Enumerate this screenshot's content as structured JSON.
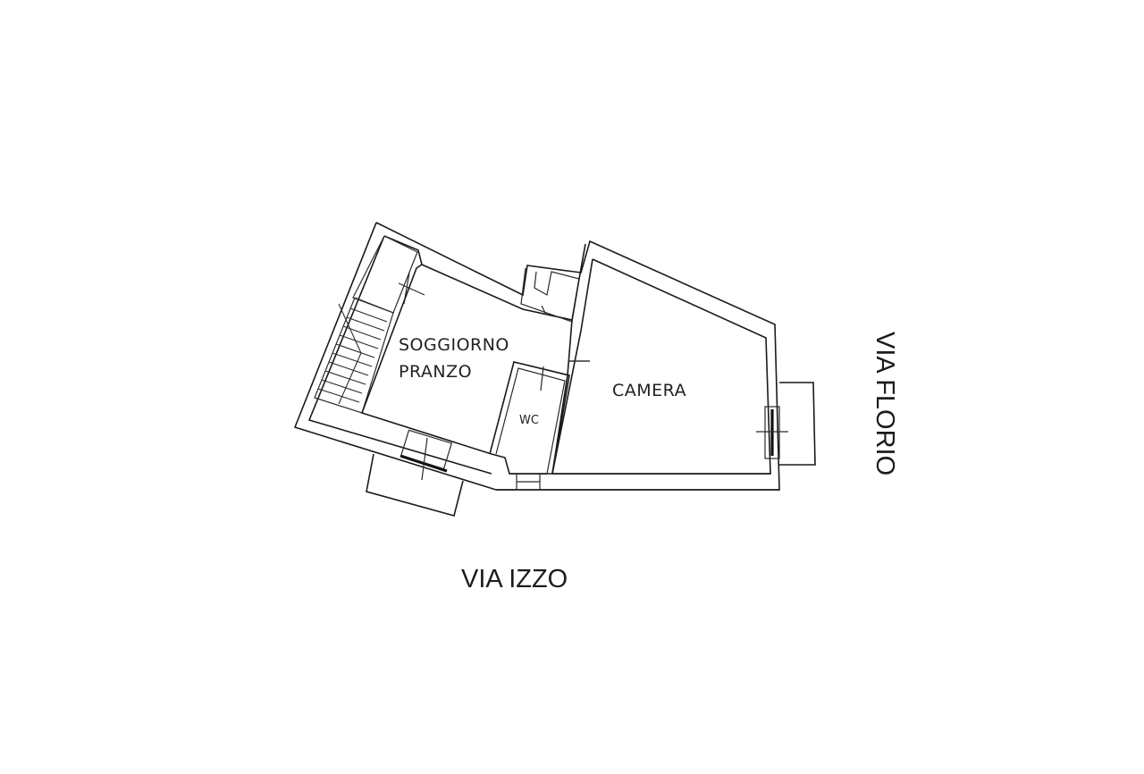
{
  "floor_plan": {
    "background_color": "#ffffff",
    "line_color": "#1a1a1a",
    "rooms": [
      {
        "id": "soggiorno-pranzo",
        "label_line1": "SOGGIORNO",
        "label_line2": "PRANZO"
      },
      {
        "id": "wc",
        "label": "WC"
      },
      {
        "id": "camera",
        "label": "CAMERA"
      }
    ],
    "streets": [
      {
        "id": "via-izzo",
        "label": "VIA IZZO",
        "orientation": "horizontal"
      },
      {
        "id": "via-florio",
        "label": "VIA FLORIO",
        "orientation": "vertical"
      }
    ],
    "features": [
      "staircase",
      "balcony-south",
      "balcony-east",
      "doors",
      "windows"
    ]
  }
}
